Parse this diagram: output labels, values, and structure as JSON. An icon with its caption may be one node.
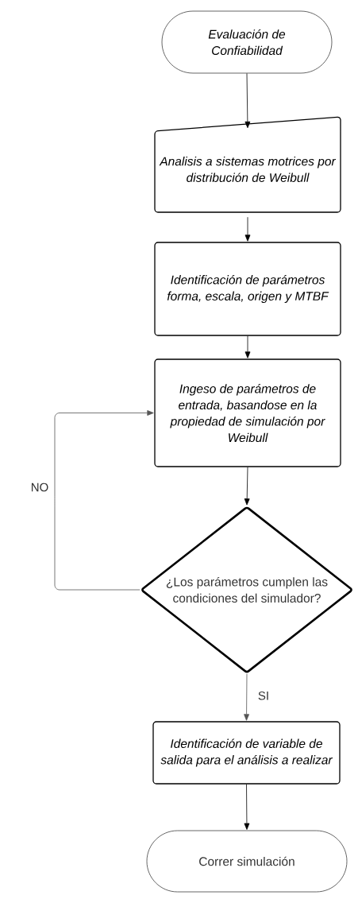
{
  "diagram": {
    "nodes": [
      {
        "text": [
          "Evaluación de Confiabilidad"
        ]
      },
      {
        "text": [
          "Analisis a sistemas motrices por  distribución de Weibull"
        ]
      },
      {
        "text": [
          "Identificación  de parámetros forma, escala, origen y MTBF"
        ]
      },
      {
        "text": [
          "Ingeso de parámetros de entrada,  basandose en la propiedad de simulación por Weibull"
        ]
      },
      {
        "text": [
          "¿Los parámetros cumplen las condiciones del simulador?"
        ]
      },
      {
        "text": [
          "Identificación de variable de salida para el análisis a realizar"
        ]
      },
      {
        "text": [
          "Correr simulación"
        ]
      }
    ],
    "edges": [
      {
        "from": 0,
        "to": 1,
        "arrow": "to"
      },
      {
        "from": 1,
        "to": 2,
        "arrow": "to"
      },
      {
        "from": 2,
        "to": 3,
        "arrow": "to"
      },
      {
        "from": 3,
        "to": 4,
        "arrow": "to"
      },
      {
        "from": 4,
        "to": 3,
        "arrow": "to",
        "label": "NO",
        "color": "#555555"
      },
      {
        "from": 4,
        "to": 5,
        "arrow": "to",
        "label": "SI",
        "color": "#555555"
      },
      {
        "from": 5,
        "to": 6,
        "arrow": "to"
      }
    ]
  }
}
